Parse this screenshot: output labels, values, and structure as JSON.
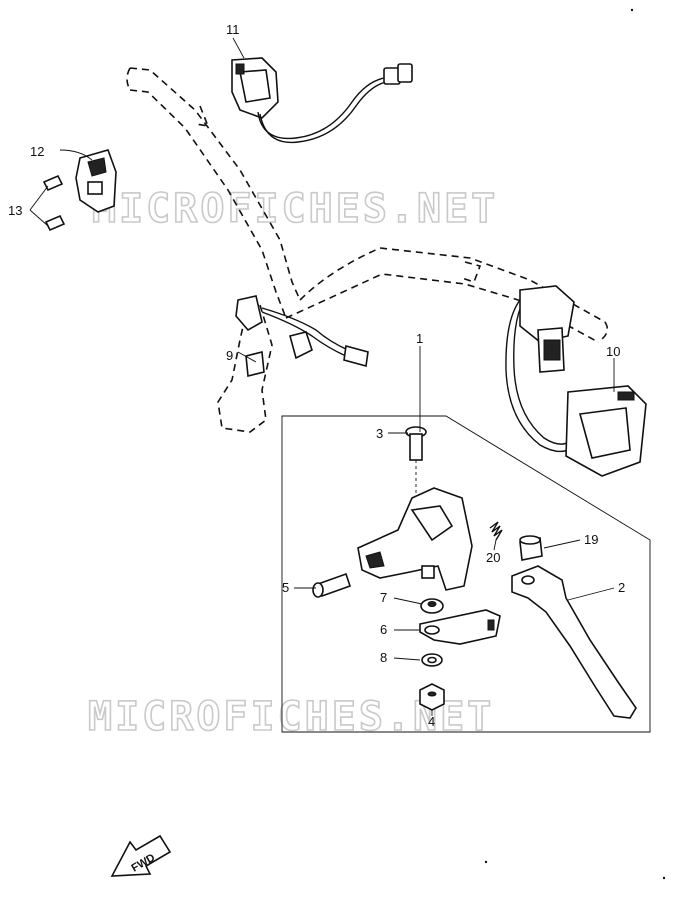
{
  "watermark": "MICROFICHES.NET",
  "fwd_label": "FWD",
  "callouts": [
    {
      "id": "1",
      "label": "1"
    },
    {
      "id": "2",
      "label": "2"
    },
    {
      "id": "3",
      "label": "3"
    },
    {
      "id": "4",
      "label": "4"
    },
    {
      "id": "5",
      "label": "5"
    },
    {
      "id": "6",
      "label": "6"
    },
    {
      "id": "7",
      "label": "7"
    },
    {
      "id": "8",
      "label": "8"
    },
    {
      "id": "9",
      "label": "9"
    },
    {
      "id": "10",
      "label": "10"
    },
    {
      "id": "11",
      "label": "11"
    },
    {
      "id": "12",
      "label": "12"
    },
    {
      "id": "13",
      "label": "13"
    },
    {
      "id": "19",
      "label": "19"
    },
    {
      "id": "20",
      "label": "20"
    }
  ]
}
